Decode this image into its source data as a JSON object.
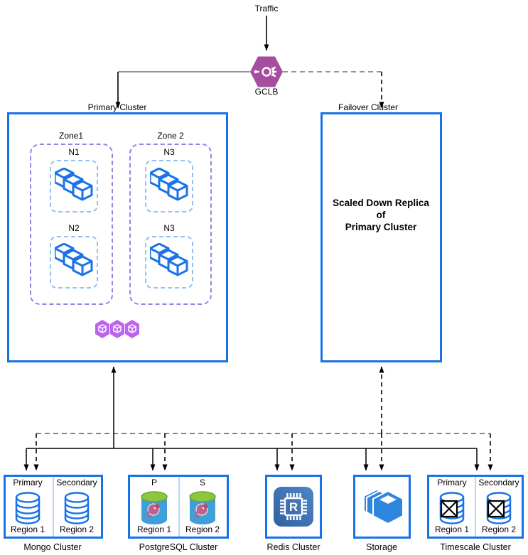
{
  "top": {
    "traffic_label": "Traffic",
    "gclb_label": "GCLB"
  },
  "primary_cluster": {
    "label": "Primary Cluster",
    "zones": [
      {
        "label": "Zone1",
        "nodes": [
          {
            "label": "N1"
          },
          {
            "label": "N2"
          }
        ]
      },
      {
        "label": "Zone 2",
        "nodes": [
          {
            "label": "N3"
          },
          {
            "label": "N3"
          }
        ]
      }
    ]
  },
  "failover_cluster": {
    "label": "Failover Cluster",
    "line1": "Scaled Down Replica",
    "line2": "of",
    "line3": "Primary Cluster"
  },
  "mongo": {
    "name": "Mongo Cluster",
    "left_role": "Primary",
    "right_role": "Secondary",
    "left_region": "Region 1",
    "right_region": "Region 2"
  },
  "postgres": {
    "name": "PostgreSQL Cluster",
    "left_role": "P",
    "right_role": "S",
    "left_region": "Region 1",
    "right_region": "Region 2"
  },
  "redis": {
    "name": "Redis Cluster",
    "letter": "R"
  },
  "storage": {
    "name": "Storage"
  },
  "timescale": {
    "name": "Timescale Cluster",
    "left_role": "Primary",
    "right_role": "Secondary",
    "left_region": "Region 1",
    "right_region": "Region 2"
  },
  "colors": {
    "cluster_border": "#1673E6",
    "zone_dash": "#8D86E8",
    "node_dash": "#90C2F5",
    "pod_blue": "#1A73E8",
    "gclb_purple": "#A64D9E",
    "workload_purple": "#BB64EE",
    "storage_blue": "#2E86DE",
    "redis_blue": "#3D74B9",
    "postgres_body": "#3E9FD9",
    "postgres_top": "#8CC63F",
    "divider_blue": "#B6D7F7"
  }
}
